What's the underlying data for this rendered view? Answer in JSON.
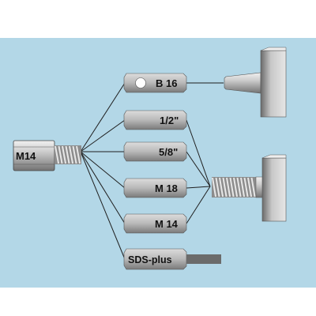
{
  "colors": {
    "background": "#b3d7e7",
    "page": "#ffffff",
    "line": "#1f1f1f",
    "metal_light": "#d2d2d2",
    "metal_dark": "#6e6e6e",
    "text": "#111111"
  },
  "source_thread": {
    "label": "M14"
  },
  "adapters": [
    {
      "label": "B 16",
      "has_hole": true
    },
    {
      "label": "1/2\""
    },
    {
      "label": "5/8\""
    },
    {
      "label": "M 18"
    },
    {
      "label": "M 14"
    }
  ],
  "sds": {
    "label": "SDS-plus"
  },
  "targets": [
    {
      "icon": "taper-shank-icon"
    },
    {
      "icon": "threaded-spindle-icon"
    }
  ]
}
